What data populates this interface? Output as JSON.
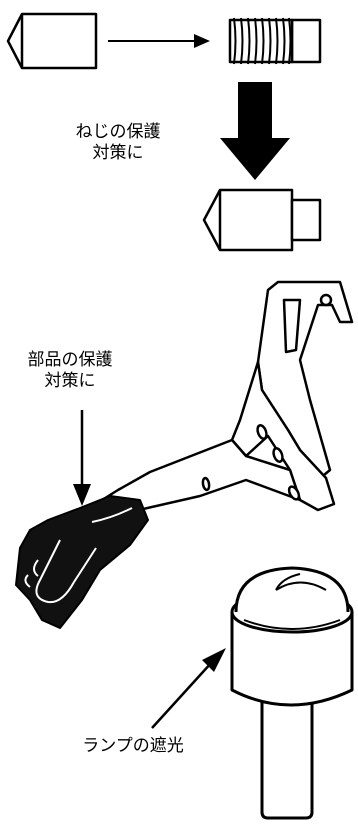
{
  "labels": {
    "screw_protection": [
      "ねじの保護",
      "対策に"
    ],
    "part_protection": [
      "部品の保護",
      "対策に"
    ],
    "lamp_shading": "ランプの遮光"
  },
  "icons": {
    "screw_plain": "screw-icon",
    "screw_masked": "masked-screw-icon",
    "screw_result": "capped-screw-icon",
    "bracket": "bracket-part-icon",
    "lamp": "lamp-bulb-icon"
  },
  "colors": {
    "ink": "#000000",
    "background": "#ffffff",
    "masking": "#111111"
  }
}
